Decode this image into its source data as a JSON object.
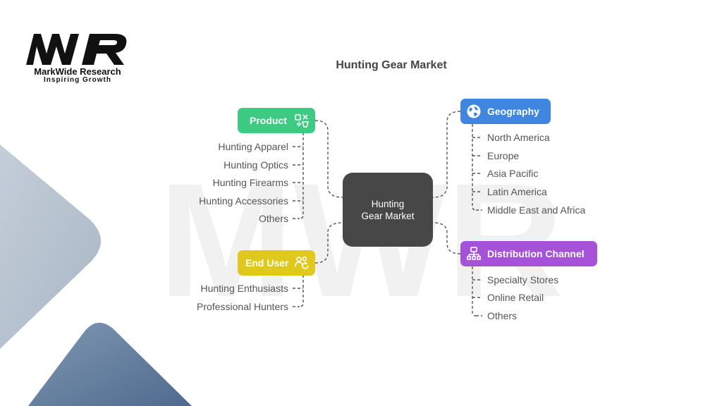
{
  "brand": {
    "name": "MarkWide Research",
    "tagline": "Inspiring Growth",
    "monogram": "MWR"
  },
  "title": "Hunting Gear Market",
  "center_node": [
    "Hunting",
    "Gear Market"
  ],
  "colors": {
    "product": "#3fca83",
    "end_user": "#e0c81c",
    "geography": "#3f86e0",
    "distribution": "#a552d9",
    "center": "#474747"
  },
  "segments": {
    "product": {
      "label": "Product",
      "icon": "product-icon",
      "items": [
        "Hunting Apparel",
        "Hunting Optics",
        "Hunting Firearms",
        "Hunting Accessories",
        "Others"
      ]
    },
    "end_user": {
      "label": "End User",
      "icon": "users-icon",
      "items": [
        "Hunting Enthusiasts",
        "Professional Hunters"
      ]
    },
    "geography": {
      "label": "Geography",
      "icon": "globe-icon",
      "items": [
        "North America",
        "Europe",
        "Asia Pacific",
        "Latin America",
        "Middle East and Africa"
      ]
    },
    "distribution": {
      "label": "Distribution Channel",
      "icon": "network-icon",
      "items": [
        "Specialty Stores",
        "Online Retail",
        "Others"
      ]
    }
  }
}
